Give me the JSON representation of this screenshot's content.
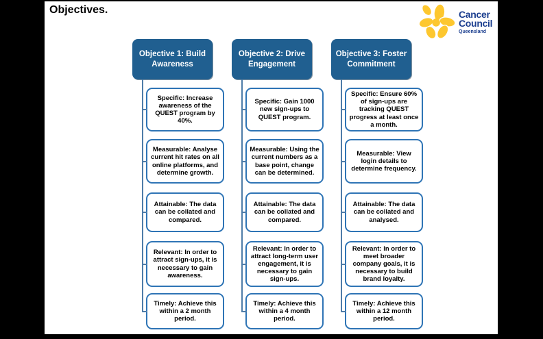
{
  "slide": {
    "title": "Objectives."
  },
  "logo": {
    "line1": "Cancer",
    "line2": "Council",
    "region": "Queensland"
  },
  "columns": [
    {
      "header": "Objective 1: Build Awareness",
      "items": [
        "Specific: Increase awareness of the QUEST program by 40%.",
        "Measurable: Analyse current hit rates on all online platforms, and determine growth.",
        "Attainable: The data can be collated and compared.",
        "Relevant: In order to attract sign-ups, it is necessary to gain awareness.",
        "Timely: Achieve this within a 2 month period."
      ]
    },
    {
      "header": "Objective 2: Drive Engagement",
      "items": [
        "Specific: Gain 1000 new sign-ups to QUEST program.",
        "Measurable: Using the current numbers as a base point, change can be determined.",
        "Attainable: The data can be collated and compared.",
        "Relevant: In order to attract long-term user engagement, it is necessary to gain sign-ups.",
        "Timely: Achieve this within a 4 month period."
      ]
    },
    {
      "header": "Objective 3: Foster Commitment",
      "items": [
        "Specific: Ensure 60% of sign-ups are tracking QUEST progress at least once a month.",
        "Measurable: View login details to determine frequency.",
        "Attainable: The data can be collated and analysed.",
        "Relevant: In order to meet broader company goals, it is necessary to build brand loyalty.",
        "Timely: Achieve this within a 12 month period."
      ]
    }
  ],
  "colors": {
    "header_fill": "#205F90",
    "box_border": "#2E74B5",
    "connector": "#4E7CA8",
    "logo_blue": "#1B3E8F",
    "daffodil_yellow": "#FDC72F",
    "letterbox": "#000000"
  }
}
